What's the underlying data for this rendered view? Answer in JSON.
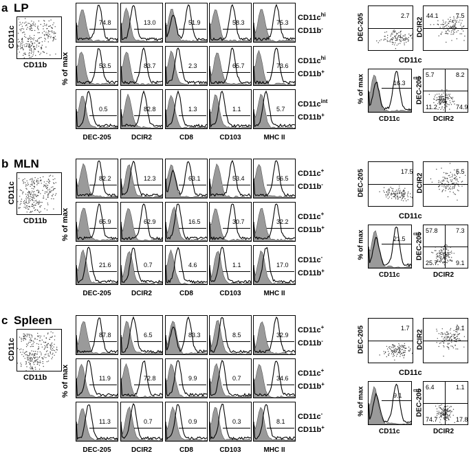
{
  "panels": [
    {
      "letter": "a",
      "name": "LP",
      "dot_xlabel": "CD11b",
      "dot_ylabel": "CD11c",
      "hist_ylabel": "% of max",
      "hist_cols": [
        "DEC-205",
        "DCIR2",
        "CD8",
        "CD103",
        "MHC II"
      ],
      "rows": [
        {
          "label": [
            "CD11c",
            "hi",
            "CD11b",
            "-"
          ],
          "values": [
            "74.8",
            "13.0",
            "51.9",
            "58.3",
            "75.3"
          ]
        },
        {
          "label": [
            "CD11c",
            "hi",
            "CD11b",
            "+"
          ],
          "values": [
            "53.5",
            "83.7",
            "2.3",
            "65.7",
            "73.6"
          ]
        },
        {
          "label": [
            "CD11c",
            "int",
            "CD11b",
            "+"
          ],
          "values": [
            "0.5",
            "82.8",
            "1.3",
            "1.1",
            "5.7"
          ]
        }
      ],
      "right": {
        "c1_y": "DEC-205",
        "c1_val": "2.7",
        "c2_y": "DCIR2",
        "c2_vals": [
          "44.1",
          "7.5"
        ],
        "shared_x": "CD11c",
        "h_y": "% of max",
        "h_x": "CD11c",
        "h_val": "16.3",
        "q_y": "DEC-205",
        "q_x": "DCIR2",
        "q_vals": [
          "5.7",
          "8.2",
          "11.2",
          "74.9"
        ]
      }
    },
    {
      "letter": "b",
      "name": "MLN",
      "dot_xlabel": "CD11b",
      "dot_ylabel": "CD11c",
      "hist_ylabel": "% of max",
      "hist_cols": [
        "DEC-205",
        "DCIR2",
        "CD8",
        "CD103",
        "MHC II"
      ],
      "rows": [
        {
          "label": [
            "CD11c",
            "+",
            "CD11b",
            "-"
          ],
          "values": [
            "82.2",
            "12.3",
            "63.1",
            "53.4",
            "56.5"
          ]
        },
        {
          "label": [
            "CD11c",
            "+",
            "CD11b",
            "+"
          ],
          "values": [
            "65.9",
            "62.9",
            "16.5",
            "30.7",
            "32.2"
          ]
        },
        {
          "label": [
            "CD11c",
            "-",
            "CD11b",
            "+"
          ],
          "values": [
            "21.6",
            "0.7",
            "4.6",
            "1.1",
            "17.0"
          ]
        }
      ],
      "right": {
        "c1_y": "DEC-205",
        "c1_val": "17.5",
        "c2_y": "DCIR2",
        "c2_vals": [
          "",
          "5.5"
        ],
        "shared_x": "CD11c",
        "h_y": "% of max",
        "h_x": "CD11c",
        "h_val": "21.5",
        "q_y": "DEC-205",
        "q_x": "DCIR2",
        "q_vals": [
          "57.8",
          "7.3",
          "25.7",
          "9.1"
        ]
      }
    },
    {
      "letter": "c",
      "name": "Spleen",
      "dot_xlabel": "CD11b",
      "dot_ylabel": "CD11c",
      "hist_ylabel": "% of max",
      "hist_cols": [
        "DEC-205",
        "DCIR2",
        "CD8",
        "CD103",
        "MHC II"
      ],
      "rows": [
        {
          "label": [
            "CD11c",
            "+",
            "CD11b",
            "-"
          ],
          "values": [
            "87.8",
            "6.5",
            "83.3",
            "8.5",
            "32.9"
          ]
        },
        {
          "label": [
            "CD11c",
            "+",
            "CD11b",
            "+"
          ],
          "values": [
            "11.9",
            "72.8",
            "9.9",
            "0.7",
            "34.6"
          ]
        },
        {
          "label": [
            "CD11c",
            "-",
            "CD11b",
            "+"
          ],
          "values": [
            "11.3",
            "0.7",
            "0.9",
            "0.3",
            "8.1"
          ]
        }
      ],
      "right": {
        "c1_y": "DEC-205",
        "c1_val": "1.7",
        "c2_y": "DCIR2",
        "c2_vals": [
          "",
          "9.1"
        ],
        "shared_x": "CD11c",
        "h_y": "% of max",
        "h_x": "CD11c",
        "h_val": "9.1",
        "q_y": "DEC-205",
        "q_x": "DCIR2",
        "q_vals": [
          "6.4",
          "1.1",
          "74.7",
          "17.8"
        ]
      }
    }
  ]
}
